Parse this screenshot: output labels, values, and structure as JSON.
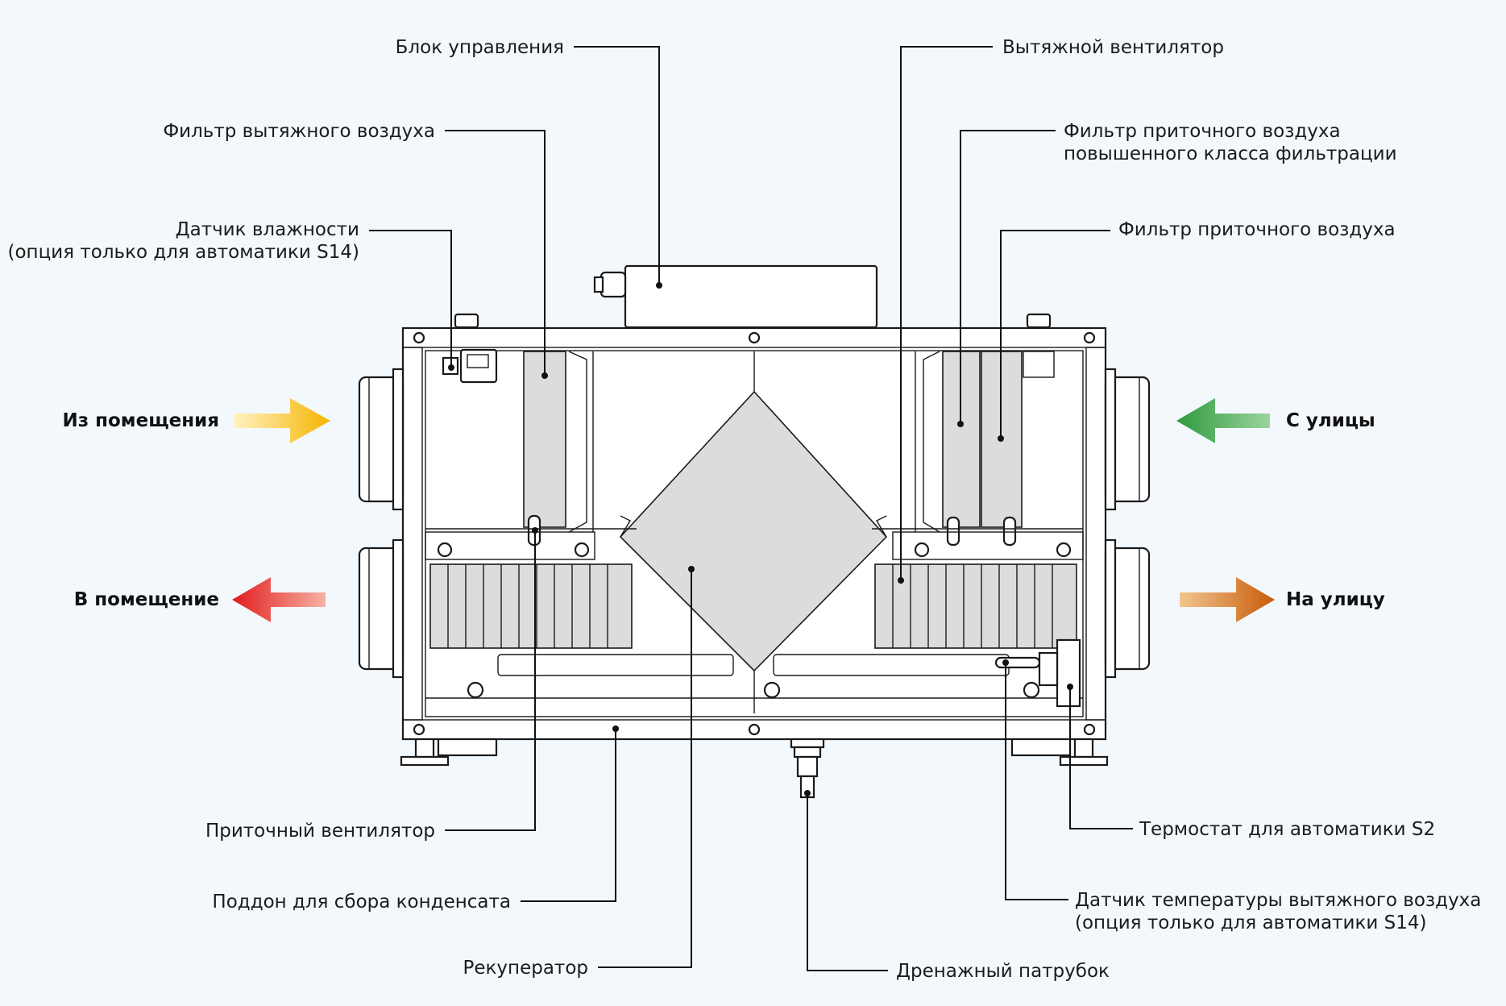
{
  "flows": {
    "from_room": "Из помещения",
    "to_room": "В помещение",
    "from_street": "С улицы",
    "to_street": "На улицу"
  },
  "labels": {
    "control_unit": "Блок управления",
    "exhaust_filter": "Фильтр вытяжного воздуха",
    "humidity_sensor_1": "Датчик влажности",
    "humidity_sensor_2": "(опция только для автоматики S14)",
    "exhaust_fan": "Вытяжной вентилятор",
    "supply_filter_hc_1": "Фильтр приточного воздуха",
    "supply_filter_hc_2": "повышенного класса фильтрации",
    "supply_filter": "Фильтр приточного воздуха",
    "supply_fan": "Приточный вентилятор",
    "condensate_tray": "Поддон для сбора конденсата",
    "recuperator": "Рекуператор",
    "drain_pipe": "Дренажный патрубок",
    "thermostat": "Термостат для автоматики S2",
    "exhaust_temp_sensor_1": "Датчик температуры вытяжного воздуха",
    "exhaust_temp_sensor_2": "(опция только для автоматики S14)"
  },
  "colors": {
    "from_room_arrow": "#f6b400",
    "to_room_arrow": "#e11d1d",
    "from_street_arrow": "#3aa045",
    "to_street_arrow": "#d36a10",
    "background": "#f3f8fd"
  }
}
